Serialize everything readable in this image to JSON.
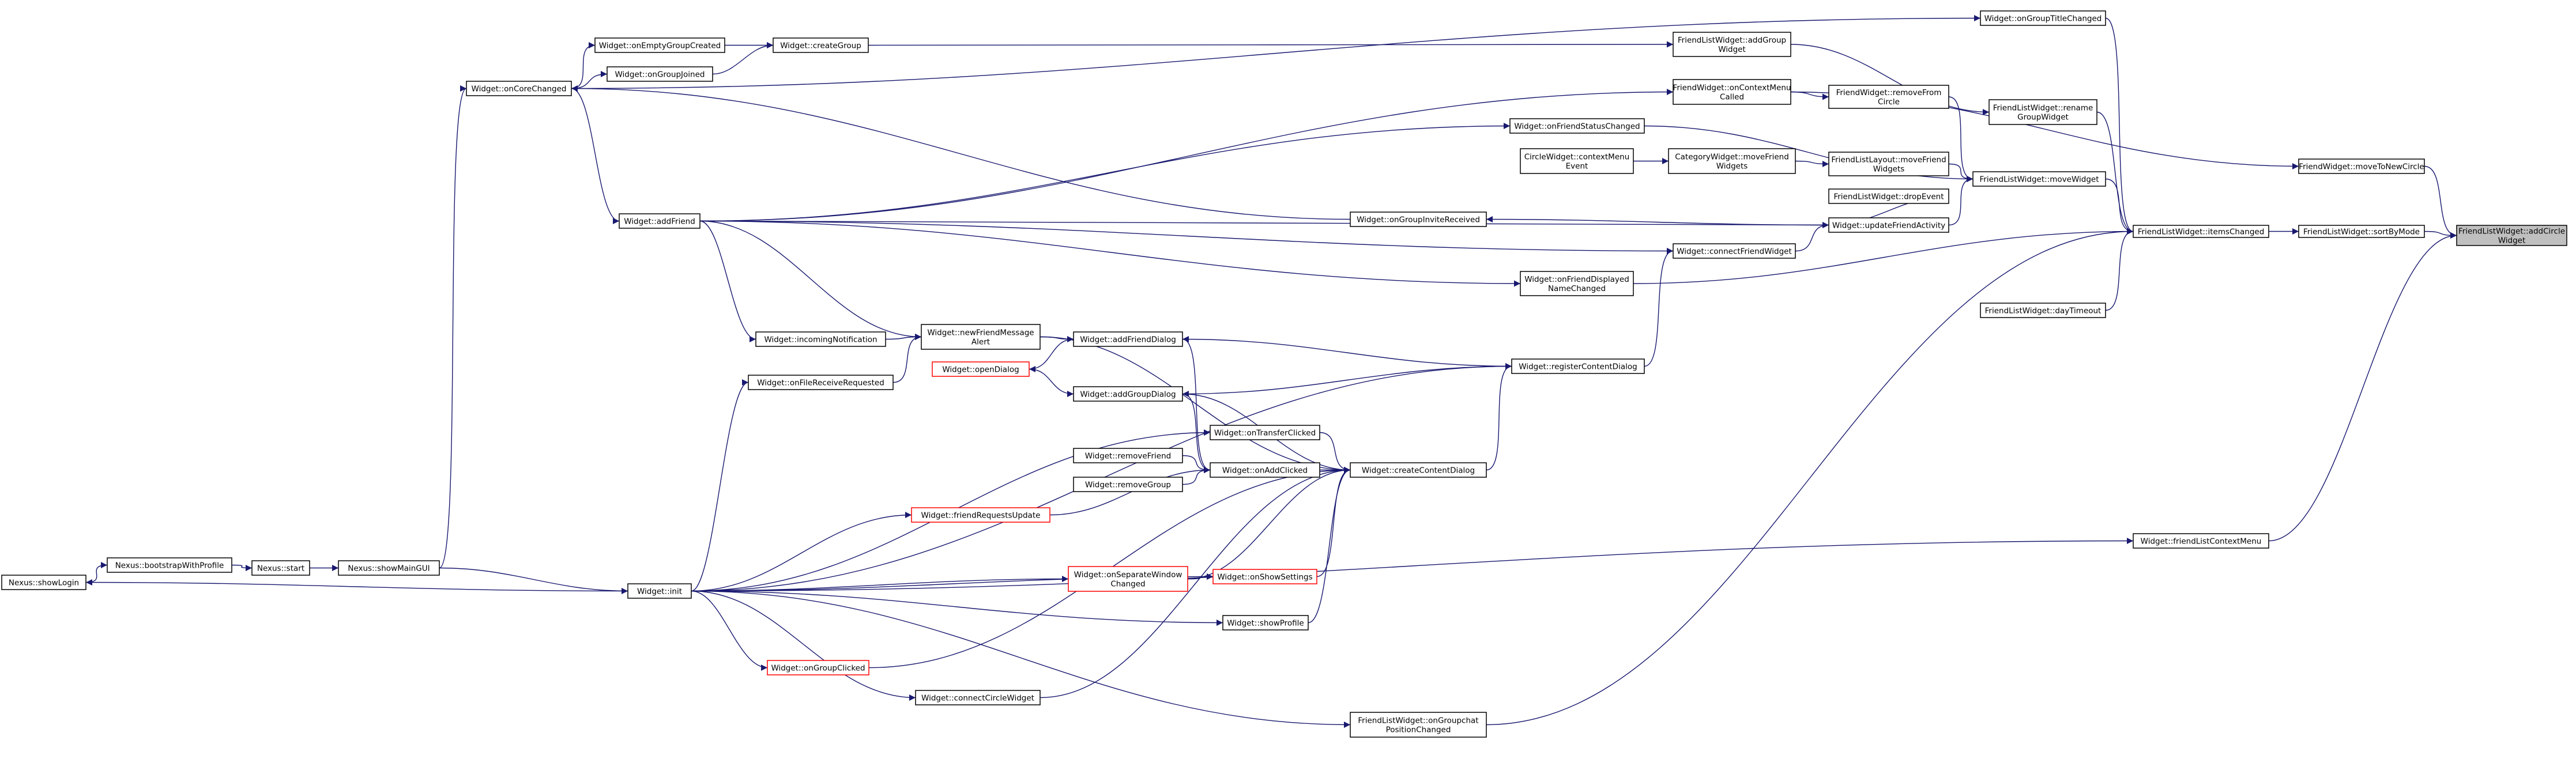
{
  "colors": {
    "edge": "#191970",
    "border": "#000000",
    "red_border": "#ff0000",
    "root_fill": "#bfbfbf",
    "background": "#ffffff"
  },
  "nodes": [
    {
      "id": "root",
      "lines": [
        "FriendListWidget::addCircle",
        "Widget"
      ],
      "style": "root"
    },
    {
      "id": "sortByMode",
      "lines": [
        "FriendListWidget::sortByMode"
      ]
    },
    {
      "id": "moveToNewCircle",
      "lines": [
        "FriendWidget::moveToNewCircle"
      ]
    },
    {
      "id": "itemsChanged",
      "lines": [
        "FriendListWidget::itemsChanged"
      ]
    },
    {
      "id": "dayTimeout",
      "lines": [
        "FriendListWidget::dayTimeout"
      ]
    },
    {
      "id": "friendListContextMenu",
      "lines": [
        "Widget::friendListContextMenu"
      ]
    },
    {
      "id": "onGroupTitleChanged",
      "lines": [
        "Widget::onGroupTitleChanged"
      ]
    },
    {
      "id": "addGroupWidget",
      "lines": [
        "FriendListWidget::addGroup",
        "Widget"
      ]
    },
    {
      "id": "onContextMenuCalled",
      "lines": [
        "FriendWidget::onContextMenu",
        "Called"
      ]
    },
    {
      "id": "renameGroupWidget",
      "lines": [
        "FriendListWidget::rename",
        "GroupWidget"
      ]
    },
    {
      "id": "removeFromCircle",
      "lines": [
        "FriendWidget::removeFrom",
        "Circle"
      ]
    },
    {
      "id": "moveWidget",
      "lines": [
        "FriendListWidget::moveWidget"
      ]
    },
    {
      "id": "onFriendStatusChanged",
      "lines": [
        "Widget::onFriendStatusChanged"
      ]
    },
    {
      "id": "circleContextMenu",
      "lines": [
        "CircleWidget::contextMenu",
        "Event"
      ]
    },
    {
      "id": "categoryMoveFriend",
      "lines": [
        "CategoryWidget::moveFriend",
        "Widgets"
      ]
    },
    {
      "id": "layoutMoveFriend",
      "lines": [
        "FriendListLayout::moveFriend",
        "Widgets"
      ]
    },
    {
      "id": "dropEvent",
      "lines": [
        "FriendListWidget::dropEvent"
      ]
    },
    {
      "id": "updateFriendActivity",
      "lines": [
        "Widget::updateFriendActivity"
      ]
    },
    {
      "id": "onGroupInviteReceived",
      "lines": [
        "Widget::onGroupInviteReceived"
      ]
    },
    {
      "id": "connectFriendWidget",
      "lines": [
        "Widget::connectFriendWidget"
      ]
    },
    {
      "id": "onFriendDisplayedNameChanged",
      "lines": [
        "Widget::onFriendDisplayed",
        "NameChanged"
      ]
    },
    {
      "id": "registerContentDialog",
      "lines": [
        "Widget::registerContentDialog"
      ]
    },
    {
      "id": "createContentDialog",
      "lines": [
        "Widget::createContentDialog"
      ]
    },
    {
      "id": "onAddClicked",
      "lines": [
        "Widget::onAddClicked"
      ]
    },
    {
      "id": "onTransferClicked",
      "lines": [
        "Widget::onTransferClicked"
      ]
    },
    {
      "id": "addGroupDialog",
      "lines": [
        "Widget::addGroupDialog"
      ]
    },
    {
      "id": "addFriendDialog",
      "lines": [
        "Widget::addFriendDialog"
      ]
    },
    {
      "id": "openDialog",
      "lines": [
        "Widget::openDialog"
      ],
      "style": "red"
    },
    {
      "id": "newFriendMessageAlert",
      "lines": [
        "Widget::newFriendMessage",
        "Alert"
      ]
    },
    {
      "id": "incomingNotification",
      "lines": [
        "Widget::incomingNotification"
      ]
    },
    {
      "id": "onFileReceiveRequested",
      "lines": [
        "Widget::onFileReceiveRequested"
      ]
    },
    {
      "id": "removeFriend",
      "lines": [
        "Widget::removeFriend"
      ]
    },
    {
      "id": "removeGroup",
      "lines": [
        "Widget::removeGroup"
      ]
    },
    {
      "id": "friendRequestsUpdate",
      "lines": [
        "Widget::friendRequestsUpdate"
      ],
      "style": "red"
    },
    {
      "id": "onSeparateWindowChanged",
      "lines": [
        "Widget::onSeparateWindow",
        "Changed"
      ],
      "style": "red"
    },
    {
      "id": "onShowSettings",
      "lines": [
        "Widget::onShowSettings"
      ],
      "style": "red"
    },
    {
      "id": "showProfile",
      "lines": [
        "Widget::showProfile"
      ]
    },
    {
      "id": "onGroupClicked",
      "lines": [
        "Widget::onGroupClicked"
      ],
      "style": "red"
    },
    {
      "id": "connectCircleWidget",
      "lines": [
        "Widget::connectCircleWidget"
      ]
    },
    {
      "id": "onGroupchatPositionChanged",
      "lines": [
        "FriendListWidget::onGroupchat",
        "PositionChanged"
      ]
    },
    {
      "id": "addFriend",
      "lines": [
        "Widget::addFriend"
      ]
    },
    {
      "id": "onCoreChanged",
      "lines": [
        "Widget::onCoreChanged"
      ]
    },
    {
      "id": "onEmptyGroupCreated",
      "lines": [
        "Widget::onEmptyGroupCreated"
      ]
    },
    {
      "id": "onGroupJoined",
      "lines": [
        "Widget::onGroupJoined"
      ]
    },
    {
      "id": "createGroup",
      "lines": [
        "Widget::createGroup"
      ]
    },
    {
      "id": "init",
      "lines": [
        "Widget::init"
      ]
    },
    {
      "id": "showMainGUI",
      "lines": [
        "Nexus::showMainGUI"
      ]
    },
    {
      "id": "start",
      "lines": [
        "Nexus::start"
      ]
    },
    {
      "id": "bootstrapWithProfile",
      "lines": [
        "Nexus::bootstrapWithProfile"
      ]
    },
    {
      "id": "showLogin",
      "lines": [
        "Nexus::showLogin"
      ]
    }
  ],
  "edges": [
    [
      "sortByMode",
      "root"
    ],
    [
      "moveToNewCircle",
      "root"
    ],
    [
      "friendListContextMenu",
      "root"
    ],
    [
      "itemsChanged",
      "sortByMode"
    ],
    [
      "onContextMenuCalled",
      "moveToNewCircle"
    ],
    [
      "onGroupTitleChanged",
      "itemsChanged"
    ],
    [
      "renameGroupWidget",
      "itemsChanged"
    ],
    [
      "moveWidget",
      "itemsChanged"
    ],
    [
      "dayTimeout",
      "itemsChanged"
    ],
    [
      "onFriendDisplayedNameChanged",
      "itemsChanged"
    ],
    [
      "onGroupchatPositionChanged",
      "itemsChanged"
    ],
    [
      "init",
      "friendListContextMenu"
    ],
    [
      "onCoreChanged",
      "onGroupTitleChanged"
    ],
    [
      "addGroupWidget",
      "renameGroupWidget"
    ],
    [
      "createGroup",
      "addGroupWidget"
    ],
    [
      "addFriend",
      "onContextMenuCalled"
    ],
    [
      "onContextMenuCalled",
      "removeFromCircle"
    ],
    [
      "removeFromCircle",
      "moveWidget"
    ],
    [
      "onFriendStatusChanged",
      "moveWidget"
    ],
    [
      "layoutMoveFriend",
      "moveWidget"
    ],
    [
      "updateFriendActivity",
      "moveWidget"
    ],
    [
      "circleContextMenu",
      "categoryMoveFriend"
    ],
    [
      "categoryMoveFriend",
      "layoutMoveFriend"
    ],
    [
      "dropEvent",
      "updateFriendActivity"
    ],
    [
      "connectFriendWidget",
      "updateFriendActivity"
    ],
    [
      "addFriend",
      "onFriendStatusChanged"
    ],
    [
      "addFriend",
      "updateFriendActivity"
    ],
    [
      "updateFriendActivity",
      "onGroupInviteReceived"
    ],
    [
      "onGroupInviteReceived",
      "onCoreChanged"
    ],
    [
      "addFriend",
      "connectFriendWidget"
    ],
    [
      "addFriend",
      "onFriendDisplayedNameChanged"
    ],
    [
      "registerContentDialog",
      "connectFriendWidget"
    ],
    [
      "registerContentDialog",
      "addFriendDialog"
    ],
    [
      "registerContentDialog",
      "addGroupDialog"
    ],
    [
      "createContentDialog",
      "registerContentDialog"
    ],
    [
      "init",
      "registerContentDialog"
    ],
    [
      "onAddClicked",
      "createContentDialog"
    ],
    [
      "onTransferClicked",
      "createContentDialog"
    ],
    [
      "addGroupDialog",
      "createContentDialog"
    ],
    [
      "newFriendMessageAlert",
      "createContentDialog"
    ],
    [
      "onGroupClicked",
      "createContentDialog"
    ],
    [
      "showProfile",
      "createContentDialog"
    ],
    [
      "onShowSettings",
      "createContentDialog"
    ],
    [
      "onSeparateWindowChanged",
      "createContentDialog"
    ],
    [
      "friendRequestsUpdate",
      "onAddClicked"
    ],
    [
      "removeFriend",
      "onAddClicked"
    ],
    [
      "removeGroup",
      "onAddClicked"
    ],
    [
      "addFriendDialog",
      "onAddClicked"
    ],
    [
      "addGroupDialog",
      "onAddClicked"
    ],
    [
      "newFriendMessageAlert",
      "addFriendDialog"
    ],
    [
      "addFriendDialog",
      "openDialog"
    ],
    [
      "openDialog",
      "addGroupDialog"
    ],
    [
      "incomingNotification",
      "newFriendMessageAlert"
    ],
    [
      "onFileReceiveRequested",
      "newFriendMessageAlert"
    ],
    [
      "addFriend",
      "newFriendMessageAlert"
    ],
    [
      "addFriend",
      "incomingNotification"
    ],
    [
      "init",
      "onFileReceiveRequested"
    ],
    [
      "init",
      "friendRequestsUpdate"
    ],
    [
      "init",
      "onTransferClicked"
    ],
    [
      "init",
      "onSeparateWindowChanged"
    ],
    [
      "onSeparateWindowChanged",
      "onShowSettings"
    ],
    [
      "init",
      "onShowSettings"
    ],
    [
      "init",
      "showProfile"
    ],
    [
      "init",
      "onGroupClicked"
    ],
    [
      "init",
      "connectCircleWidget"
    ],
    [
      "init",
      "onGroupchatPositionChanged"
    ],
    [
      "connectCircleWidget",
      "createContentDialog"
    ],
    [
      "onCoreChanged",
      "addFriend"
    ],
    [
      "onCoreChanged",
      "onEmptyGroupCreated"
    ],
    [
      "onCoreChanged",
      "onGroupJoined"
    ],
    [
      "onEmptyGroupCreated",
      "createGroup"
    ],
    [
      "onGroupJoined",
      "createGroup"
    ],
    [
      "showMainGUI",
      "onCoreChanged"
    ],
    [
      "showMainGUI",
      "init"
    ],
    [
      "start",
      "showMainGUI"
    ],
    [
      "bootstrapWithProfile",
      "start"
    ],
    [
      "showLogin",
      "bootstrapWithProfile"
    ],
    [
      "init",
      "showLogin"
    ]
  ]
}
